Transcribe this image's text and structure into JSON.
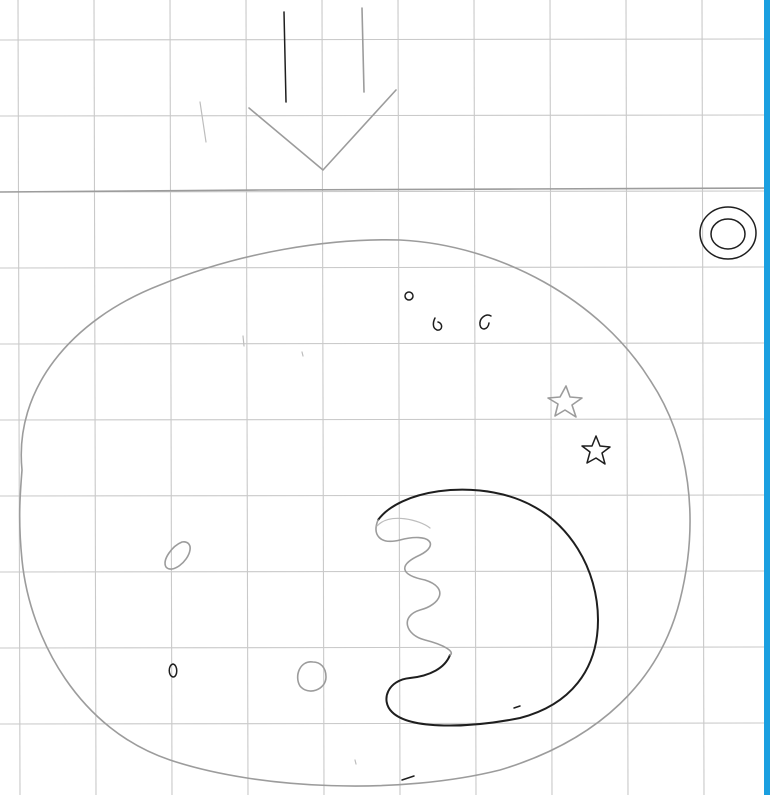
{
  "sketch": {
    "background_color": "#ffffff",
    "grid_color": "#c9c9c9",
    "pencil_color": "#9c9c9c",
    "ink_color": "#1e1e1e",
    "edge_strip_color": "#1a9fe0",
    "elements": [
      "graph-paper-grid",
      "double-vertical-strokes",
      "v-chevron",
      "horizontal-divider",
      "double-circle-target",
      "large-oval-boundary",
      "tiny-circle-marks",
      "star-marks",
      "crescent-blob",
      "small-loop-marks"
    ]
  }
}
